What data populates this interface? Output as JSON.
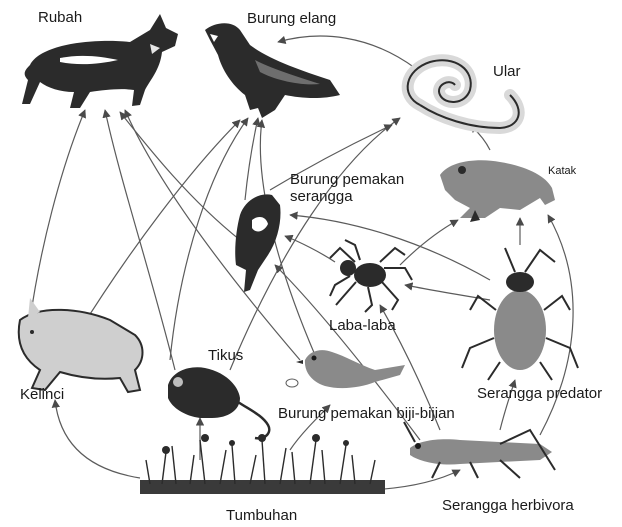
{
  "organisms": {
    "rubah": "Rubah",
    "burung_elang": "Burung elang",
    "ular": "Ular",
    "katak": "Katak",
    "burung_pemakan_serangga_line1": "Burung pemakan",
    "burung_pemakan_serangga_line2": "serangga",
    "laba_laba": "Laba-laba",
    "serangga_predator": "Serangga predator",
    "kelinci": "Kelinci",
    "tikus": "Tikus",
    "burung_pemakan_biji": "Burung pemakan biji-bijian",
    "tumbuhan": "Tumbuhan",
    "serangga_herbivora": "Serangga herbivora"
  }
}
